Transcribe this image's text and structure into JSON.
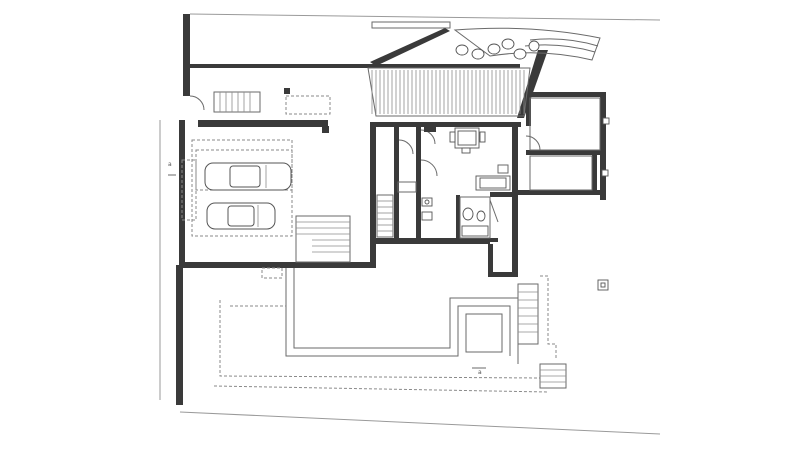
{
  "drawing": {
    "type": "architectural floor plan",
    "wall_color": "#3a3a3a",
    "line_color": "#8a8a8a",
    "background": "#ffffff"
  },
  "markers": {
    "left_section_mark": "a",
    "bottom_section_mark": "a"
  }
}
